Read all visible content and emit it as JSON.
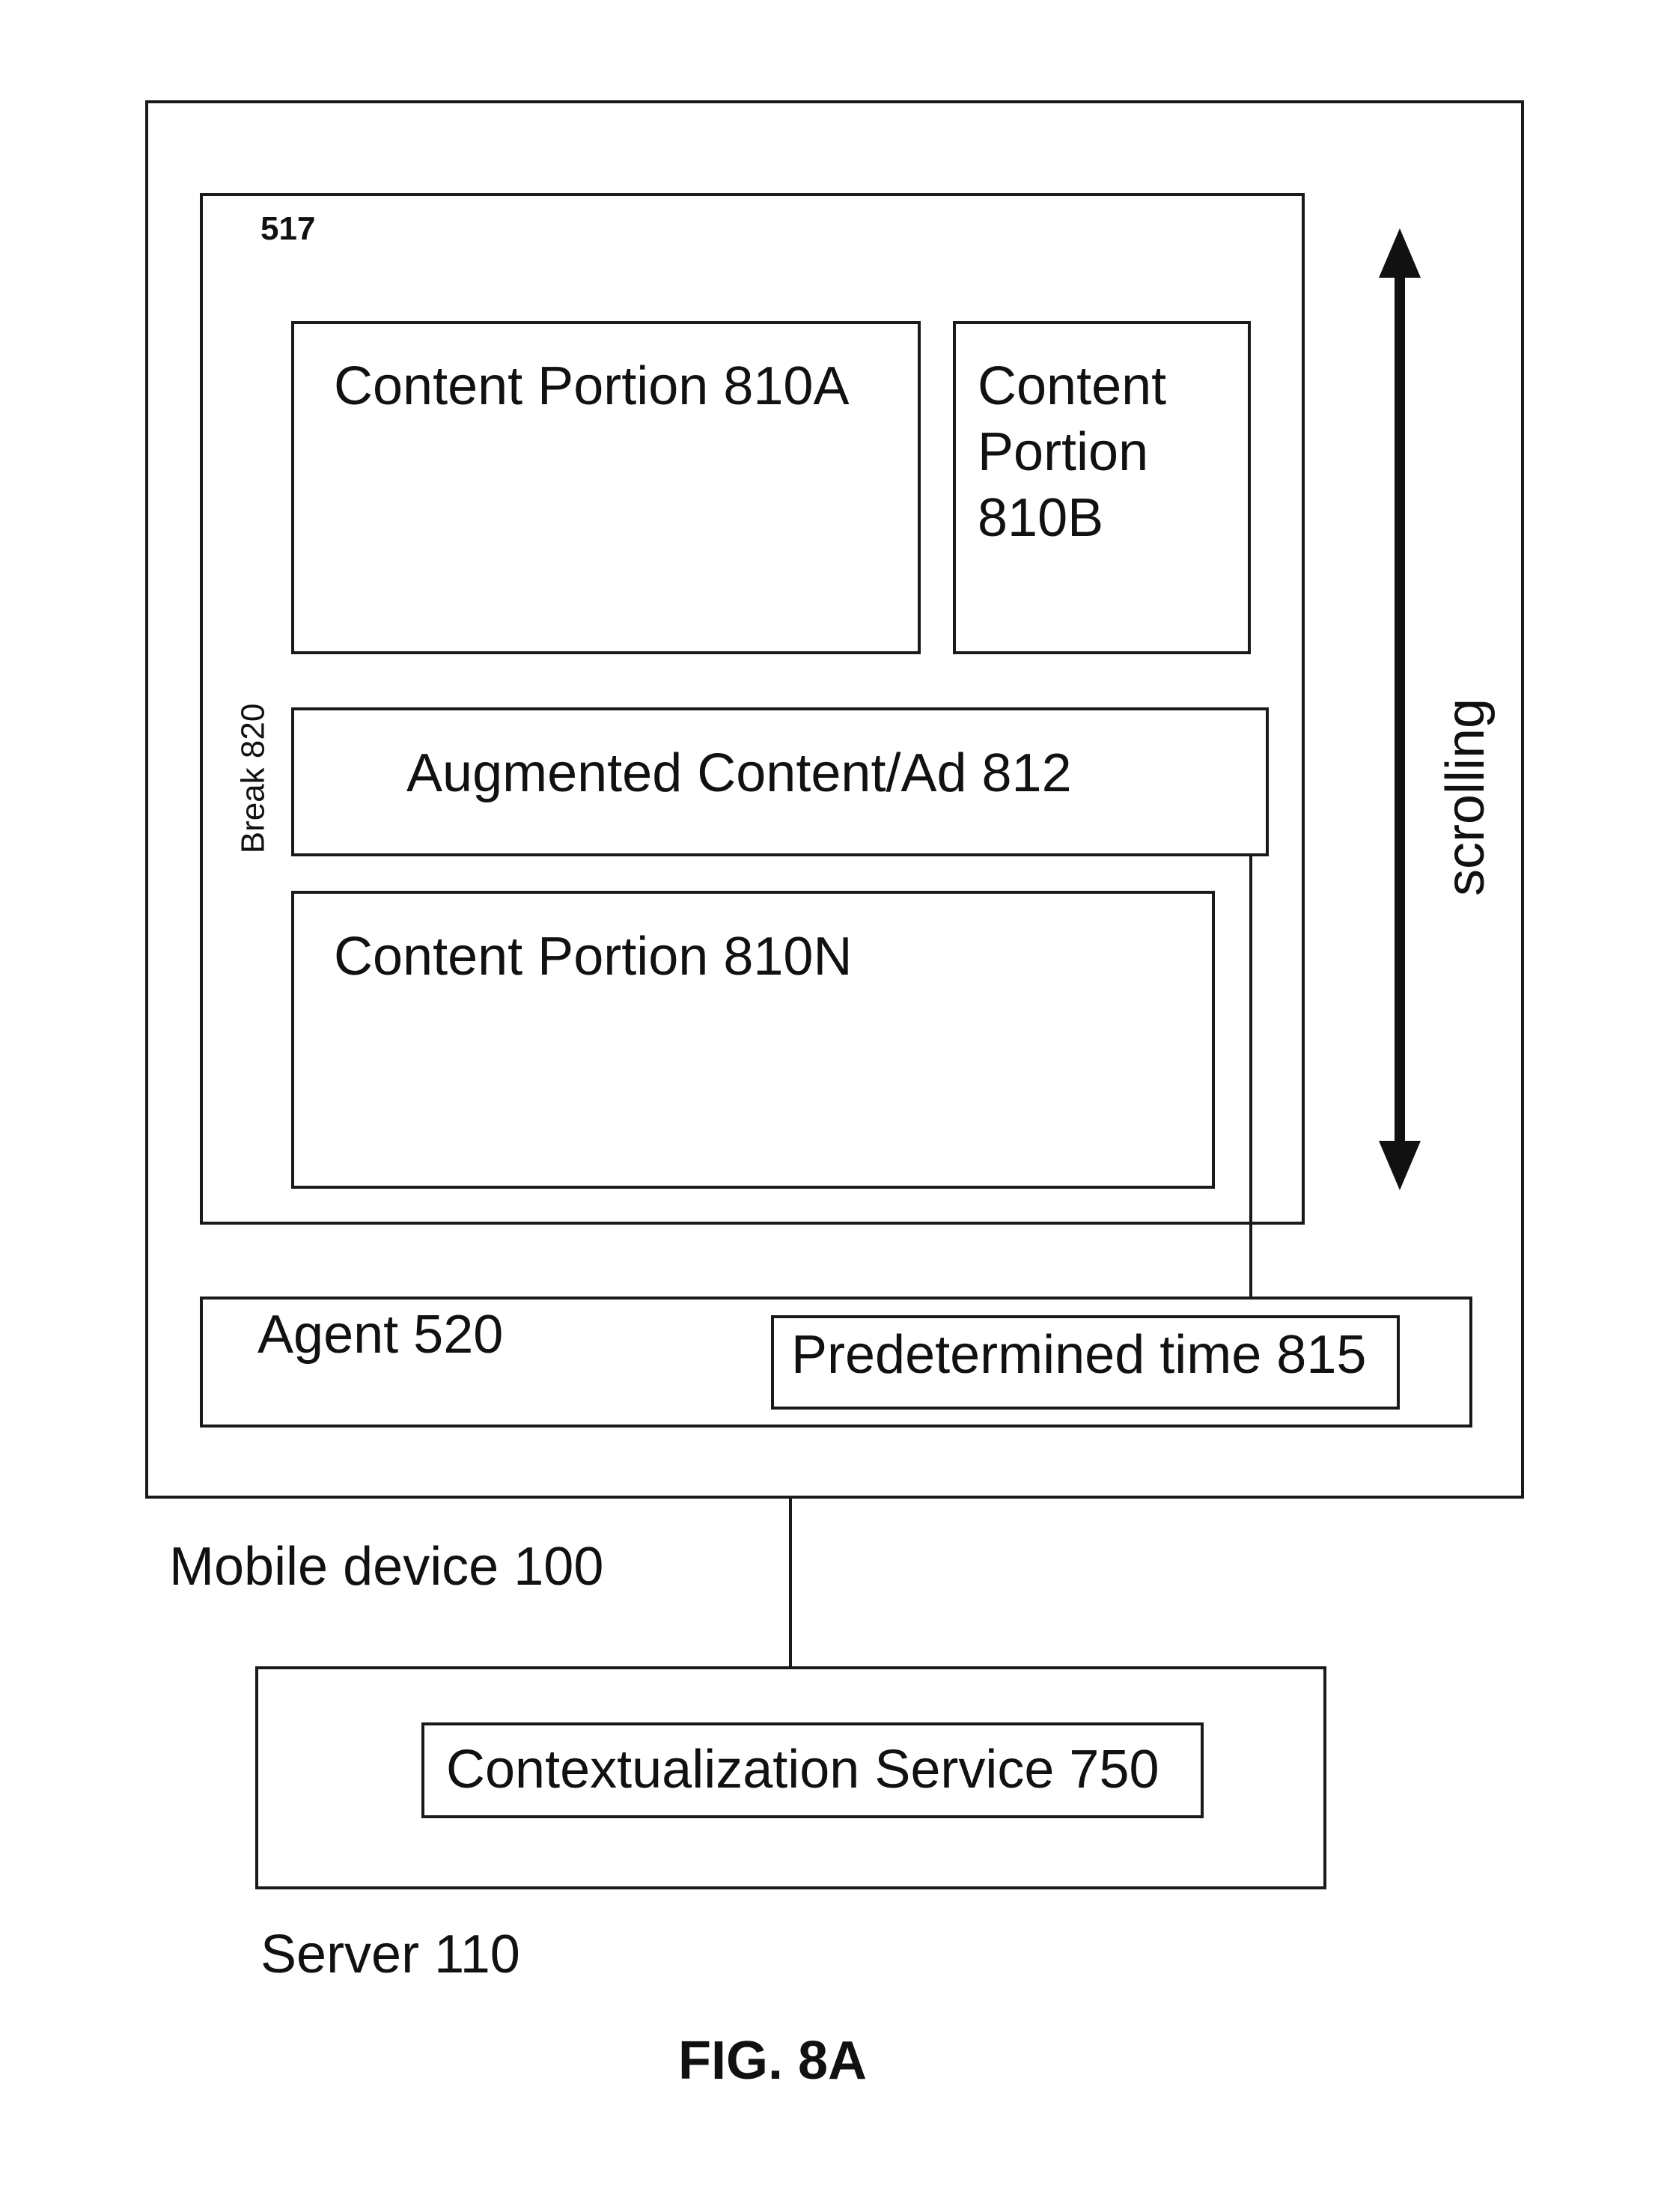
{
  "mobile_device": {
    "label": "Mobile device 100"
  },
  "screen": {
    "label": "517",
    "content_a": "Content Portion 810A",
    "content_b": "Content Portion 810B",
    "augmented": "Augmented Content/Ad 812",
    "content_n": "Content Portion 810N",
    "break_label": "Break 820"
  },
  "scrolling": {
    "label": "scrolling"
  },
  "agent": {
    "label": "Agent 520",
    "time_label": "Predetermined time 815"
  },
  "server": {
    "label": "Server 110",
    "service_label": "Contextualization Service 750"
  },
  "figure": {
    "caption": "FIG. 8A"
  }
}
